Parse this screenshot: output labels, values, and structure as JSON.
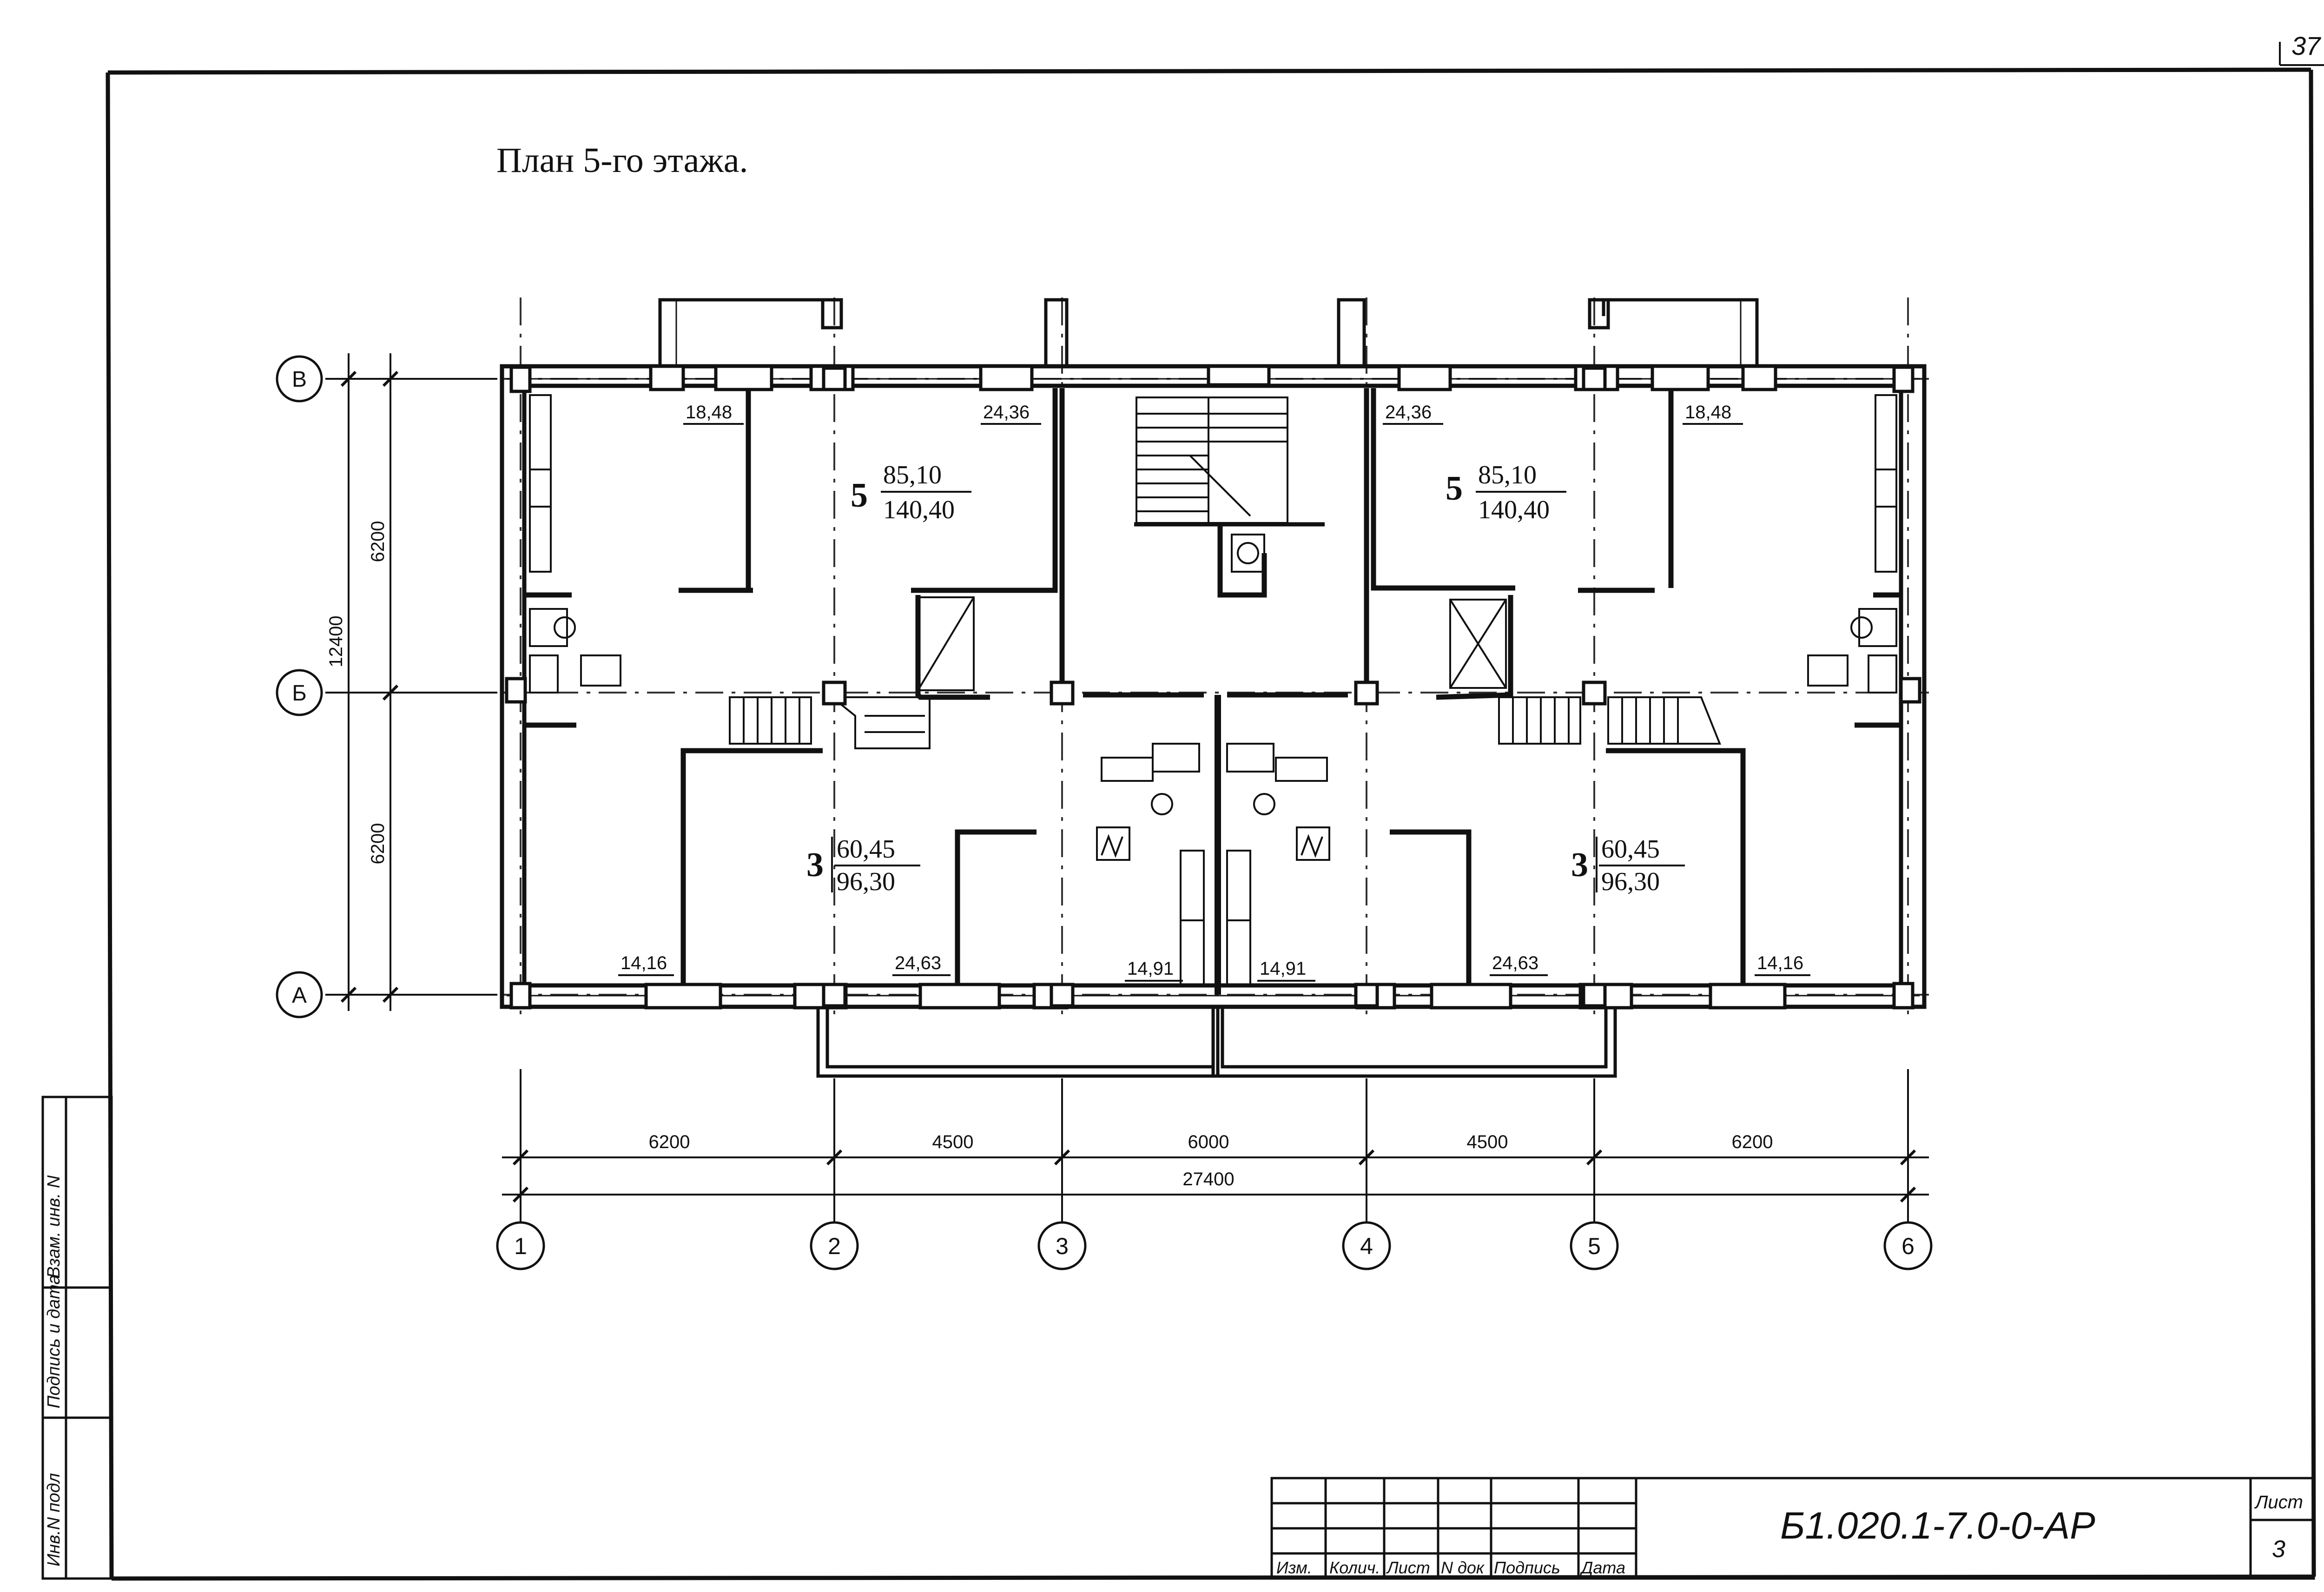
{
  "sheet": {
    "page_mark": "37",
    "title": "План 5-го этажа.",
    "code": "Б1.020.1-7.0-0-АР",
    "sheet_label": "Лист",
    "sheet_number": "3"
  },
  "title_block": {
    "columns": [
      "Изм.",
      "Колич.",
      "Лист",
      "N док",
      "Подпись",
      "Дата"
    ]
  },
  "side_stamp": [
    "Инв.N подл",
    "Подпись и дата",
    "Взам. инв. N"
  ],
  "axes": {
    "columns": [
      "1",
      "2",
      "3",
      "4",
      "5",
      "6"
    ],
    "rows": [
      "В",
      "Б",
      "А"
    ]
  },
  "dimensions": {
    "bottom_spans": [
      "6200",
      "4500",
      "6000",
      "4500",
      "6200"
    ],
    "bottom_total": "27400",
    "left_spans": [
      "6200",
      "6200"
    ],
    "left_total": "12400"
  },
  "apartments": [
    {
      "rooms": "5",
      "living": "85,10",
      "total": "140,40"
    },
    {
      "rooms": "5",
      "living": "85,10",
      "total": "140,40"
    },
    {
      "rooms": "3",
      "living": "60,45",
      "total": "96,30"
    },
    {
      "rooms": "3",
      "living": "60,45",
      "total": "96,30"
    }
  ],
  "room_areas": {
    "top": [
      "18,48",
      "24,36",
      "24,36",
      "18,48"
    ],
    "bottom": [
      "14,16",
      "24,63",
      "14,91",
      "14,91",
      "24,63",
      "14,16"
    ]
  }
}
